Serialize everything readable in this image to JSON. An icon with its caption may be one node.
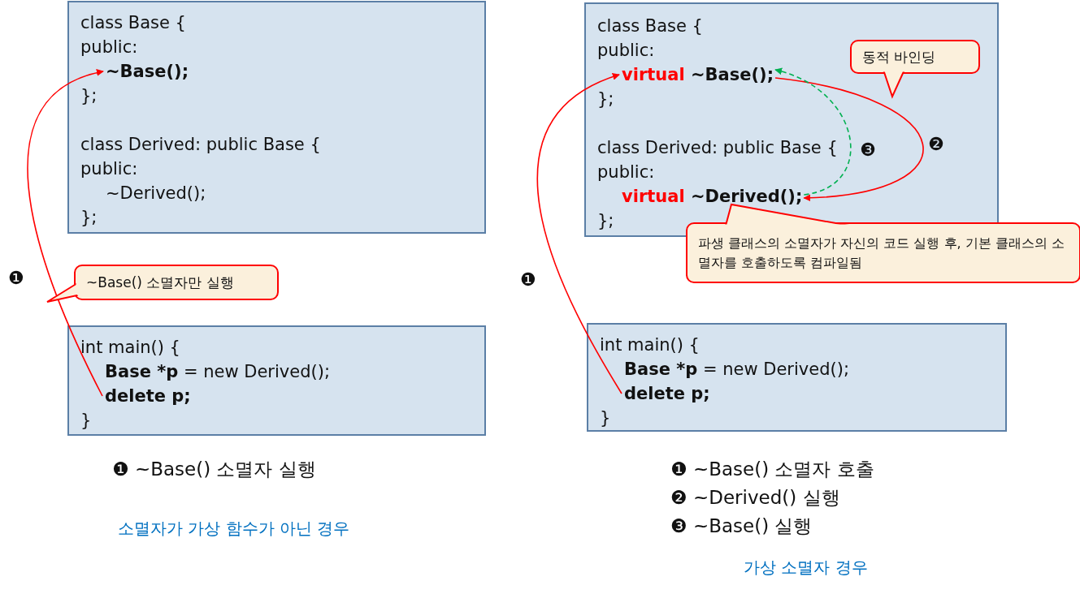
{
  "diagram": {
    "nodes": [
      {
        "text": [
          "class Base {",
          "public:",
          "};",
          "class Derived: public Base {",
          "public:",
          "~Derived();",
          "};"
        ]
      },
      {
        "text": [
          "~Base();"
        ],
        "in": 0
      },
      {
        "text": [
          "~Base() 소멸자만 실행"
        ]
      },
      {
        "text": [
          "int main() {",
          "Base *p = new Derived();",
          "}"
        ]
      },
      {
        "text": [
          "delete p;"
        ],
        "in": 3
      },
      {
        "text": [
          "class Base {",
          "public:",
          "};",
          "class Derived: public Base {",
          "public:",
          "};"
        ]
      },
      {
        "text": [
          "virtual ~Base();"
        ],
        "in": 5
      },
      {
        "text": [
          "virtual ~Derived();"
        ],
        "in": 5
      },
      {
        "text": [
          "동적 바인딩"
        ],
        "in": 5
      },
      {
        "text": [
          "파생 클래스의 소멸자가 자신의 코드 실행 후, 기본 클래스의 소멸자를 호출하도록 컴파일됨"
        ]
      },
      {
        "text": [
          "int main() {",
          "Base *p = new Derived();",
          "}"
        ]
      },
      {
        "text": [
          "delete p;"
        ],
        "in": 10
      }
    ],
    "edges": [
      {
        "from": 4,
        "to": 1,
        "arrow": "to",
        "label": "❶"
      },
      {
        "from": 11,
        "to": 6,
        "arrow": "to",
        "label": "❶"
      },
      {
        "from": 6,
        "to": 7,
        "arrow": "to",
        "label": "❷"
      },
      {
        "from": 7,
        "to": 6,
        "arrow": "to",
        "label": "❸",
        "style": "dashed",
        "color": "#00b050"
      }
    ],
    "labels": [
      "❶ ~Base() 소멸자 실행",
      "소멸자가 가상 함수가 아닌 경우",
      "❶ ~Base() 소멸자 호출",
      "❷ ~Derived() 실행",
      "❸ ~Base() 실행",
      "가상 소멸자 경우"
    ]
  }
}
